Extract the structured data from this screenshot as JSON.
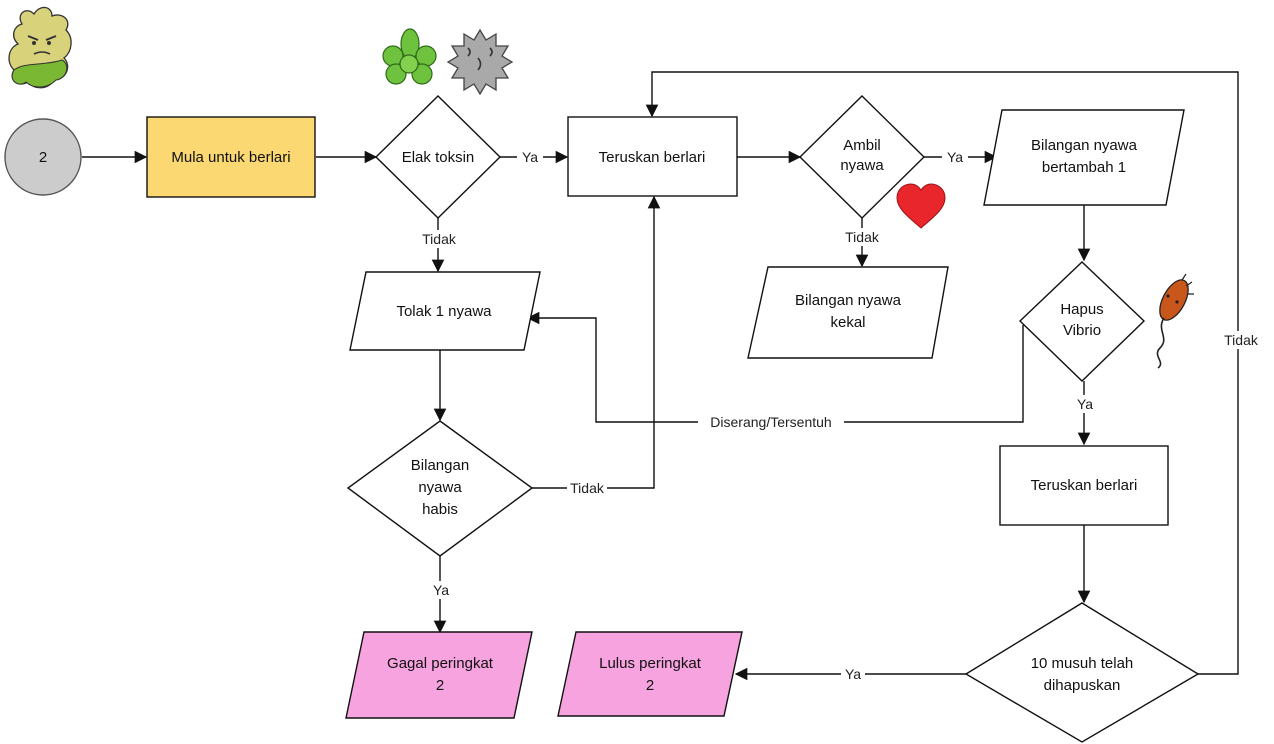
{
  "start_circle": {
    "label": "2"
  },
  "nodes": {
    "mula": {
      "label": "Mula untuk berlari",
      "fill": "#fbd872"
    },
    "elak": {
      "lines": [
        "Elak toksin"
      ]
    },
    "teruskan1": {
      "label": "Teruskan berlari"
    },
    "ambil": {
      "lines": [
        "Ambil",
        "nyawa"
      ]
    },
    "bertambah": {
      "lines": [
        "Bilangan nyawa",
        "bertambah 1"
      ]
    },
    "tolak": {
      "label": "Tolak 1 nyawa"
    },
    "kekal": {
      "lines": [
        "Bilangan nyawa",
        "kekal"
      ]
    },
    "hapus": {
      "lines": [
        "Hapus",
        "Vibrio"
      ]
    },
    "habis": {
      "lines": [
        "Bilangan",
        "nyawa",
        "habis"
      ]
    },
    "teruskan2": {
      "label": "Teruskan berlari"
    },
    "gagal": {
      "lines": [
        "Gagal peringkat",
        "2"
      ],
      "fill": "#f6a3df"
    },
    "lulus": {
      "lines": [
        "Lulus peringkat",
        "2"
      ],
      "fill": "#f6a3df"
    },
    "musuh": {
      "lines": [
        "10 musuh telah",
        "dihapuskan"
      ]
    }
  },
  "edge_labels": {
    "elak_ya": "Ya",
    "elak_tidak": "Tidak",
    "ambil_ya": "Ya",
    "ambil_tidak": "Tidak",
    "hapus_ya": "Ya",
    "diserang": "Diserang/Tersentuh",
    "habis_tidak": "Tidak",
    "habis_ya": "Ya",
    "musuh_ya": "Ya",
    "musuh_tidak": "Tidak"
  },
  "icons": [
    "amoeba-character-icon",
    "green-cell-cluster-icon",
    "gray-virus-icon",
    "red-heart-icon",
    "vibrio-bacterium-icon"
  ],
  "colors": {
    "start_circle": "#cccccc",
    "heart": "#e8262b",
    "amoeba": "#d8d27a",
    "cells": "#6fc23e",
    "bacterium": "#c9561b"
  }
}
